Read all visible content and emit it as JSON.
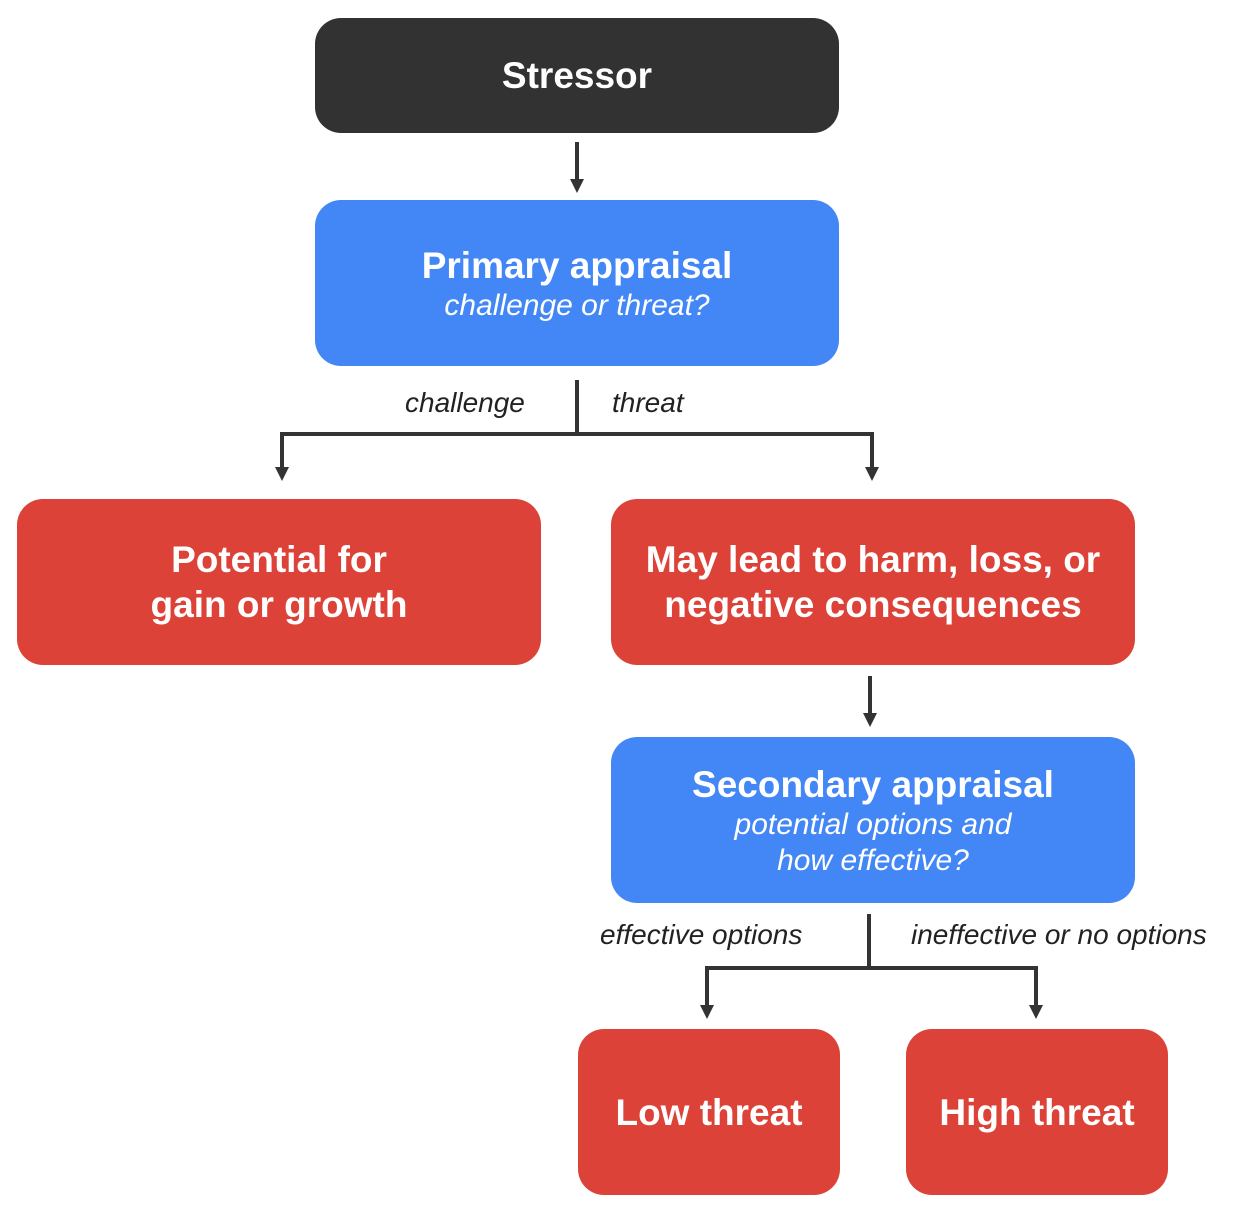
{
  "nodes": {
    "stressor": {
      "title": "Stressor"
    },
    "primary": {
      "title": "Primary appraisal",
      "subtitle": "challenge or threat?"
    },
    "gain": {
      "title": "Potential for\ngain or growth"
    },
    "harm": {
      "title": "May lead to harm, loss, or\nnegative consequences"
    },
    "secondary": {
      "title": "Secondary appraisal",
      "subtitle": "potential options and\nhow effective?"
    },
    "low": {
      "title": "Low threat"
    },
    "high": {
      "title": "High threat"
    }
  },
  "edges": {
    "challenge": "challenge",
    "threat": "threat",
    "effective": "effective options",
    "ineffective": "ineffective or no options"
  },
  "colors": {
    "dark": "#323232",
    "blue": "#4287f5",
    "red": "#dc4237",
    "connector": "#333333"
  }
}
